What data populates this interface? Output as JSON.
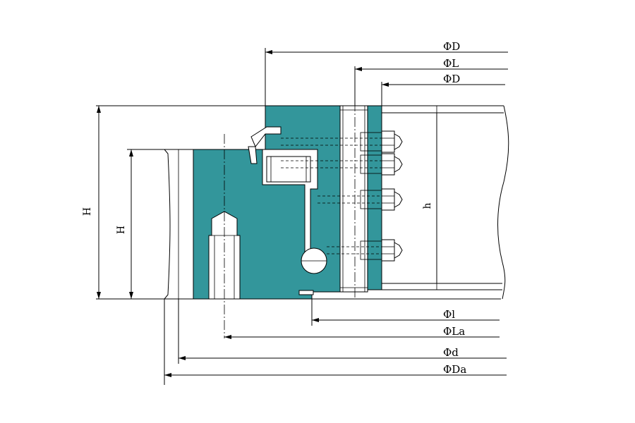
{
  "colors": {
    "ring_fill": "#33969b",
    "line": "#000000",
    "background": "#ffffff"
  },
  "dimensions": {
    "top": [
      {
        "id": "dim-D0",
        "label": "ΦD"
      },
      {
        "id": "dim-L",
        "label": "ΦL"
      },
      {
        "id": "dim-D",
        "label": "ΦD"
      }
    ],
    "bottom": [
      {
        "id": "dim-l",
        "label": "Φl"
      },
      {
        "id": "dim-La",
        "label": "ΦLa"
      },
      {
        "id": "dim-d",
        "label": "Φd"
      },
      {
        "id": "dim-Da",
        "label": "ΦDa"
      }
    ],
    "heights": [
      {
        "id": "dim-H",
        "label": "H"
      },
      {
        "id": "dim-H1",
        "label": "H"
      },
      {
        "id": "dim-h",
        "label": "h"
      }
    ]
  }
}
